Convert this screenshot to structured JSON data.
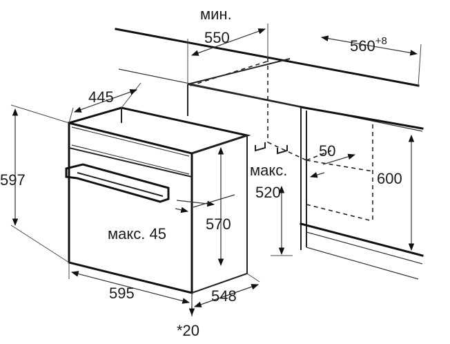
{
  "labels": {
    "min_label": "мин.",
    "min_depth": "550",
    "niche_width": "560",
    "niche_width_tol": "+8",
    "front_depth": "445",
    "oven_height": "597",
    "niche_gap": "50",
    "max_label": "макс.",
    "max_depth": "520",
    "niche_height": "600",
    "front_gap_label": "макс. 45",
    "body_height": "570",
    "oven_width": "595",
    "body_depth": "548",
    "note": "*20"
  }
}
